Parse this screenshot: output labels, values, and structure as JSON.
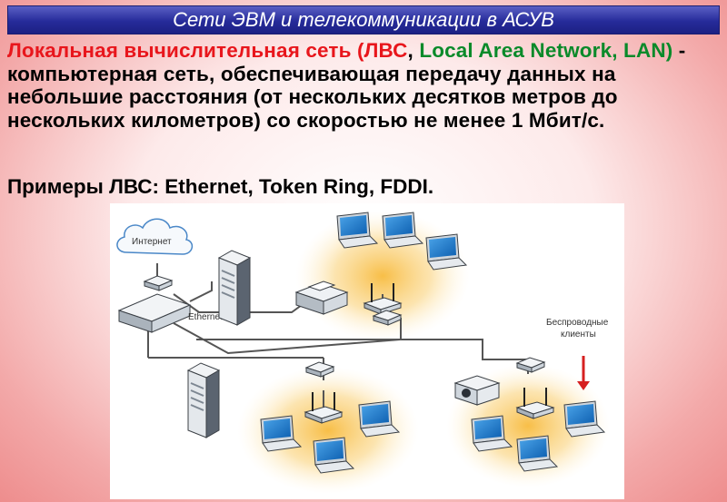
{
  "title": "Сети ЭВМ и телекоммуникации в АСУВ",
  "definition": {
    "term": "Локальная вычислительная сеть (ЛВС",
    "comma": ", ",
    "english": "Local Area Network, LAN)",
    "rest": " - компьютерная сеть, обеспечивающая передачу данных на небольшие расстояния (от нескольких десятков метров до нескольких километров) со скоростью не менее 1 Мбит/с."
  },
  "examples": "Примеры ЛВС: Ethernet, Token Ring, FDDI.",
  "diagram": {
    "internet_label": "Интернет",
    "ethernet_label": "Ethernet",
    "wireless_label_line1": "Беспроводные",
    "wireless_label_line2": "клиенты"
  },
  "colors": {
    "title_bar": "#262b9a",
    "highlight_red": "#e8161c",
    "highlight_green": "#0a8a2a",
    "wifi_glow": "#f7c04a",
    "cable": "#555555"
  }
}
